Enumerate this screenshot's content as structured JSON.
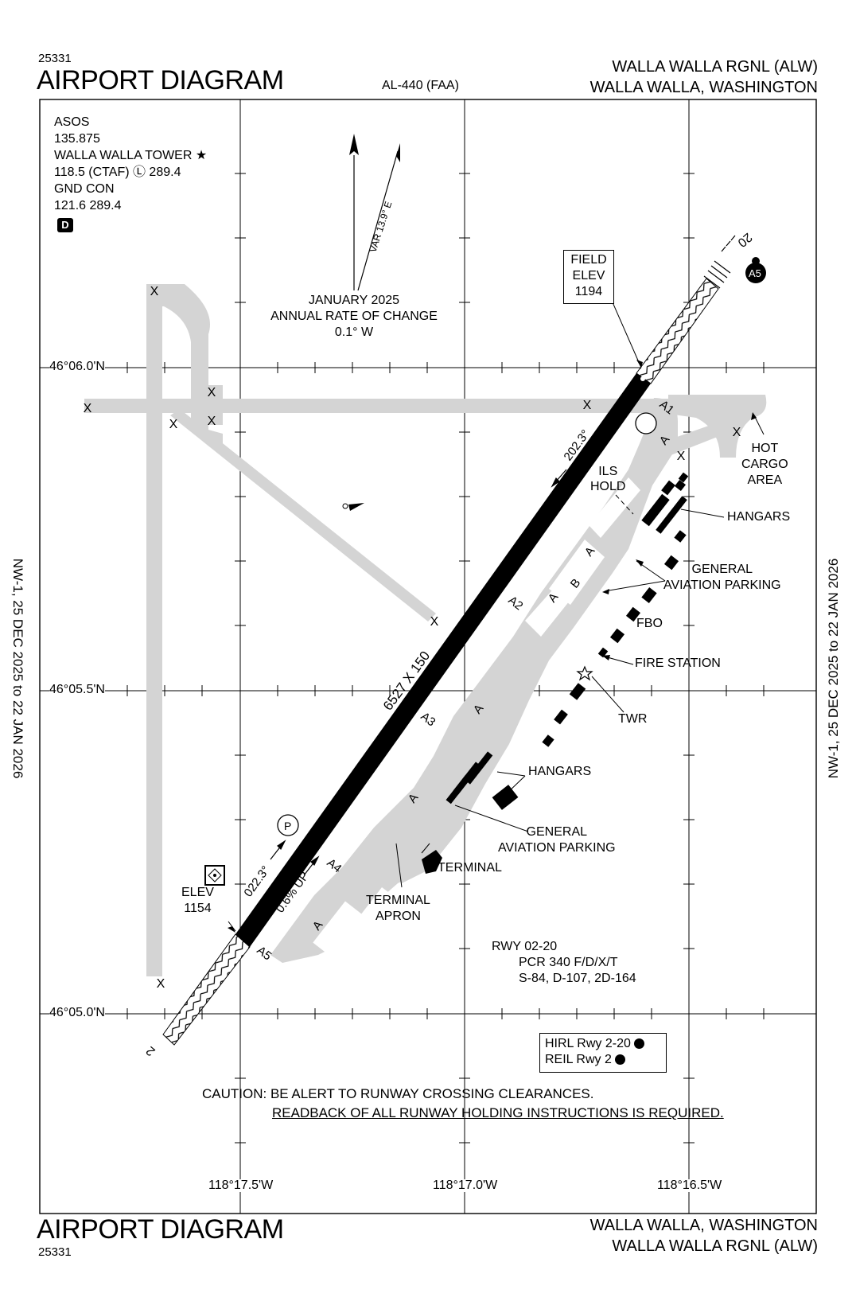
{
  "header": {
    "procedure_number": "25331",
    "title": "AIRPORT DIAGRAM",
    "chart_id": "AL-440 (FAA)",
    "airport_name": "WALLA WALLA RGNL (ALW)",
    "city_state": "WALLA WALLA, WASHINGTON"
  },
  "footer": {
    "title": "AIRPORT DIAGRAM",
    "procedure_number": "25331",
    "city_state": "WALLA WALLA, WASHINGTON",
    "airport_name": "WALLA WALLA RGNL (ALW)"
  },
  "side_label": "NW-1, 25 DEC 2025 to 22 JAN 2026",
  "comms": {
    "lines": [
      "ASOS",
      "135.875",
      "WALLA WALLA TOWER ★",
      "118.5 (CTAF) Ⓛ 289.4",
      "GND CON",
      "121.6  289.4"
    ],
    "atis_badge": "D"
  },
  "magvar": {
    "var_label": "VAR 13.9° E",
    "change_lines": [
      "JANUARY 2025",
      "ANNUAL RATE OF CHANGE",
      "0.1° W"
    ]
  },
  "field_elev": {
    "lines": [
      "FIELD",
      "ELEV",
      "1194"
    ]
  },
  "runway": {
    "dimensions": "6527 X 150",
    "hdg_ne": "022.3°",
    "hdg_sw": "202.3°",
    "slope": "0.6% UP",
    "end_sw": "2",
    "end_ne": "20",
    "elev_sw_label": "ELEV",
    "elev_sw_value": "1154",
    "ils_hold": [
      "ILS",
      "HOLD"
    ]
  },
  "lat_labels": [
    "46°06.0'N",
    "46°05.5'N",
    "46°05.0'N"
  ],
  "lon_labels": [
    "118°17.5'W",
    "118°17.0'W",
    "118°16.5'W"
  ],
  "taxiways": [
    "A",
    "A",
    "A",
    "A",
    "A",
    "A",
    "B",
    "A1",
    "A2",
    "A3",
    "A4",
    "A5"
  ],
  "labels": {
    "hot_cargo": [
      "HOT",
      "CARGO",
      "AREA"
    ],
    "hangars_ne": "HANGARS",
    "ga_parking_ne": [
      "GENERAL",
      "AVIATION PARKING"
    ],
    "fbo": "FBO",
    "fire_station": "FIRE STATION",
    "twr": "TWR",
    "hangars_sw": "HANGARS",
    "ga_parking_sw": [
      "GENERAL",
      "AVIATION PARKING"
    ],
    "terminal": "TERMINAL",
    "terminal_apron": [
      "TERMINAL",
      "APRON"
    ]
  },
  "rwy_info": [
    "RWY 02-20",
    "PCR 340 F/D/X/T",
    "S-84, D-107, 2D-164"
  ],
  "lighting": [
    "HIRL Rwy 2-20",
    "REIL Rwy 2"
  ],
  "caution": {
    "line1": "CAUTION: BE ALERT TO RUNWAY CROSSING CLEARANCES.",
    "line2": "READBACK OF ALL RUNWAY HOLDING INSTRUCTIONS IS REQUIRED."
  },
  "colors": {
    "pavement": "#d4d4d4",
    "runway": "#000000",
    "ink": "#000000"
  }
}
